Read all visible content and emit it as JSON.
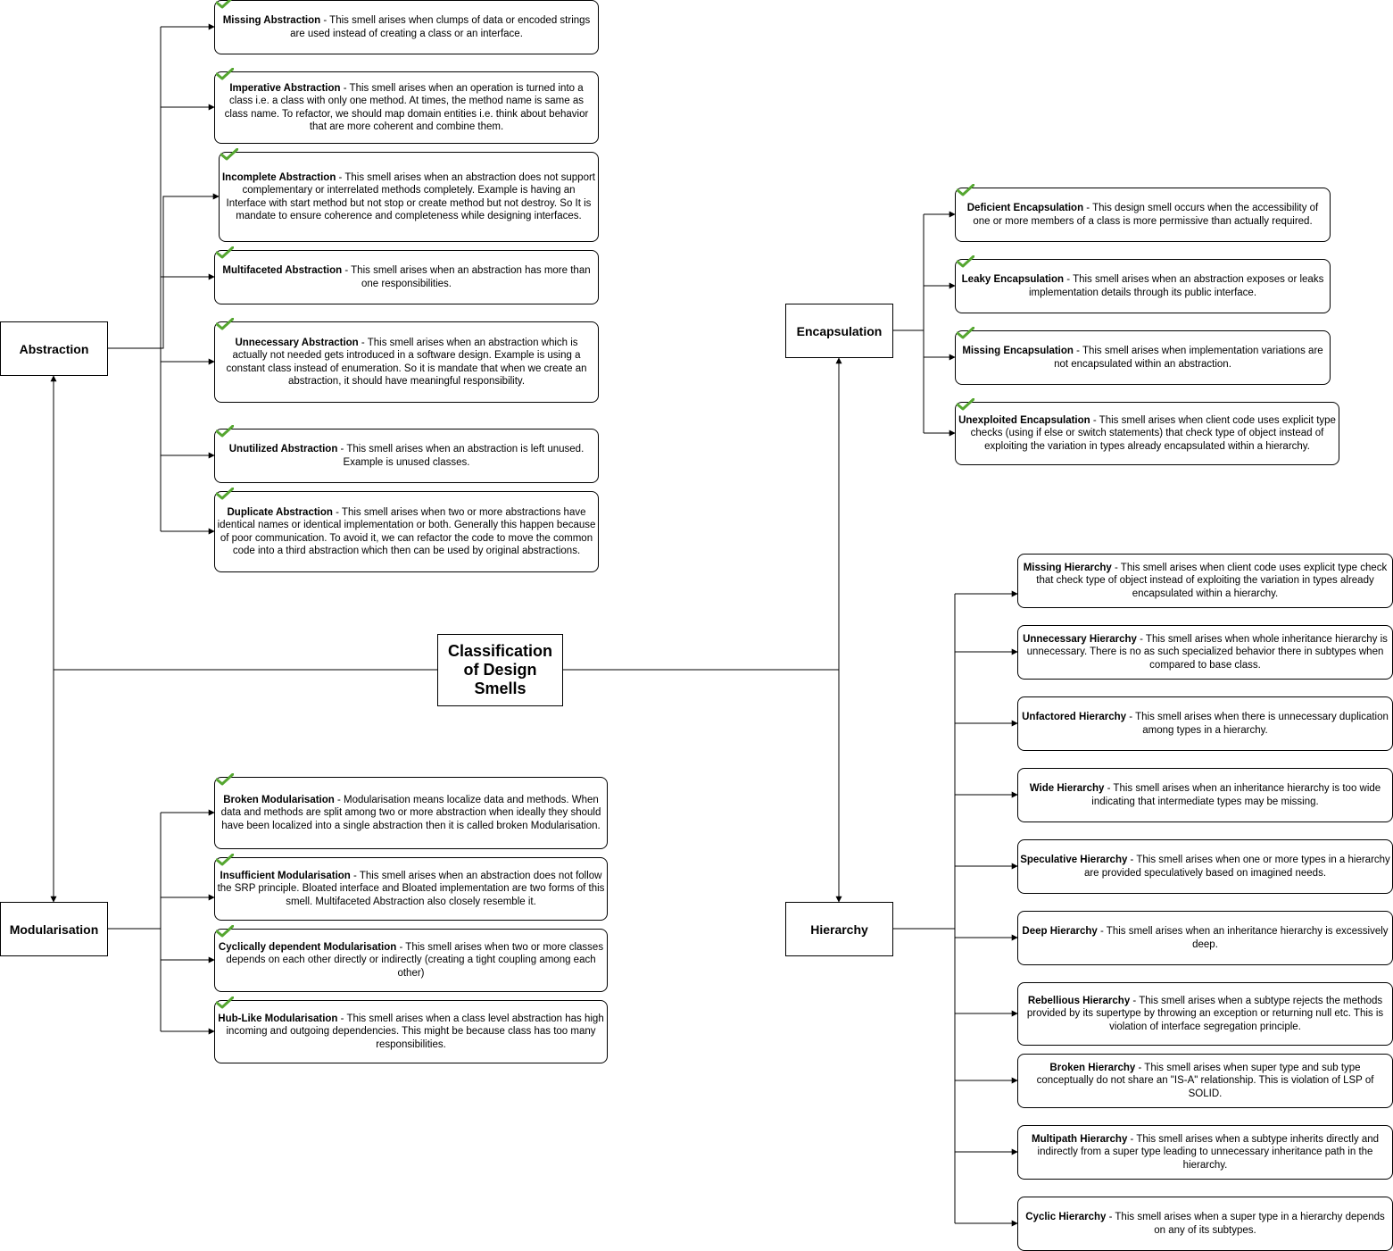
{
  "title": "Classification of Design Smells",
  "categories": {
    "abstraction": "Abstraction",
    "encapsulation": "Encapsulation",
    "modularisation": "Modularisation",
    "hierarchy": "Hierarchy"
  },
  "icons": {
    "done_marker": "check-mark-icon",
    "check_color": "#55a630"
  },
  "abstraction_smells": [
    {
      "name": "Missing Abstraction",
      "desc": " - This smell arises when clumps of data or encoded strings are used instead of creating a class or an interface.",
      "checked": true
    },
    {
      "name": "Imperative Abstraction",
      "desc": " - This smell arises when an operation is turned into a class i.e. a class with only one method. At times, the method name is same as class name. To refactor, we should map domain entities i.e. think about behavior that are more coherent and combine them.",
      "checked": true
    },
    {
      "name": "Incomplete Abstraction",
      "desc": " - This smell arises when an abstraction does not support complementary or interrelated methods completely. Example is having an Interface with start method but not stop or create method but not destroy. So It is mandate to ensure coherence and completeness while designing interfaces.",
      "checked": true
    },
    {
      "name": "Multifaceted Abstraction",
      "desc": " - This smell arises when an abstraction has more than one responsibilities.",
      "checked": true
    },
    {
      "name": "Unnecessary Abstraction",
      "desc": " - This smell arises when an abstraction which is actually not needed gets introduced in a software design. Example is using a constant class instead of enumeration. So it is mandate that when we create an abstraction, it should have meaningful responsibility.",
      "checked": true
    },
    {
      "name": "Unutilized Abstraction",
      "desc": " - This smell arises when an abstraction is left unused. Example is unused classes.",
      "checked": true
    },
    {
      "name": "Duplicate Abstraction",
      "desc": " - This smell arises when two or more abstractions have identical names or identical implementation or both. Generally this happen because of poor communication. To avoid it, we can refactor the code to move the common code into a third abstraction which then can be used by original abstractions.",
      "checked": true
    }
  ],
  "encapsulation_smells": [
    {
      "name": "Deficient Encapsulation",
      "desc": " - This design smell occurs when the accessibility of one or more members of a class is more permissive than actually required.",
      "checked": true
    },
    {
      "name": "Leaky Encapsulation",
      "desc": " - This smell arises when an abstraction exposes or leaks implementation details through its public interface.",
      "checked": true
    },
    {
      "name": "Missing Encapsulation",
      "desc": " - This smell arises when implementation variations are not encapsulated within an abstraction.",
      "checked": true
    },
    {
      "name": "Unexploited Encapsulation",
      "desc": " - This smell arises when client code uses explicit type checks (using if else or switch statements) that check type of object instead of exploiting the variation in types already encapsulated within a hierarchy.",
      "checked": true
    }
  ],
  "modularisation_smells": [
    {
      "name": "Broken Modularisation",
      "desc": " - Modularisation means localize data and methods. When data and methods are split among two or more abstraction when ideally they should have been localized into a single abstraction then it is called broken Modularisation.",
      "checked": true
    },
    {
      "name": "Insufficient Modularisation",
      "desc": " - This smell arises when an abstraction does not follow the SRP principle. Bloated interface and Bloated implementation are two forms of this smell. Multifaceted Abstraction also closely resemble it.",
      "checked": true
    },
    {
      "name": "Cyclically dependent Modularisation",
      "desc": " - This smell arises when two or more classes depends on each other directly or indirectly (creating a tight coupling among each other)",
      "checked": true
    },
    {
      "name": "Hub-Like Modularisation",
      "desc": " - This smell arises when a class level abstraction has high incoming and outgoing dependencies. This might be because class has too many responsibilities.",
      "checked": true
    }
  ],
  "hierarchy_smells": [
    {
      "name": "Missing Hierarchy",
      "desc": " - This smell arises when client code uses explicit type check that check type of object instead of exploiting the variation in types already encapsulated within a hierarchy.",
      "checked": false
    },
    {
      "name": "Unnecessary Hierarchy",
      "desc": " - This smell arises when whole inheritance hierarchy is unnecessary. There is no as such specialized behavior there in subtypes when compared to base class.",
      "checked": false
    },
    {
      "name": "Unfactored Hierarchy",
      "desc": " - This smell arises when there is unnecessary duplication among types in a hierarchy.",
      "checked": false
    },
    {
      "name": "Wide Hierarchy",
      "desc": " - This smell arises when an inheritance hierarchy is too wide indicating that intermediate types may be missing.",
      "checked": false
    },
    {
      "name": "Speculative Hierarchy",
      "desc": " - This smell arises when one or more types in a hierarchy are provided speculatively based on imagined needs.",
      "checked": false
    },
    {
      "name": "Deep Hierarchy",
      "desc": " - This smell arises when an inheritance hierarchy is excessively deep.",
      "checked": false
    },
    {
      "name": "Rebellious Hierarchy",
      "desc": " - This smell arises when a subtype rejects the methods provided by its supertype by throwing an exception or returning null etc. This is violation of interface segregation principle.",
      "checked": false
    },
    {
      "name": "Broken Hierarchy",
      "desc": " - This smell arises when super type and sub type conceptually do not share an \"IS-A\" relationship. This is violation of LSP of SOLID.",
      "checked": false
    },
    {
      "name": "Multipath Hierarchy",
      "desc": " - This smell arises when a subtype inherits directly and indirectly from a super type leading to unnecessary inheritance path in the hierarchy.",
      "checked": false
    },
    {
      "name": "Cyclic Hierarchy",
      "desc": " - This smell arises when a super type in a hierarchy depends on any of its subtypes.",
      "checked": false
    }
  ]
}
